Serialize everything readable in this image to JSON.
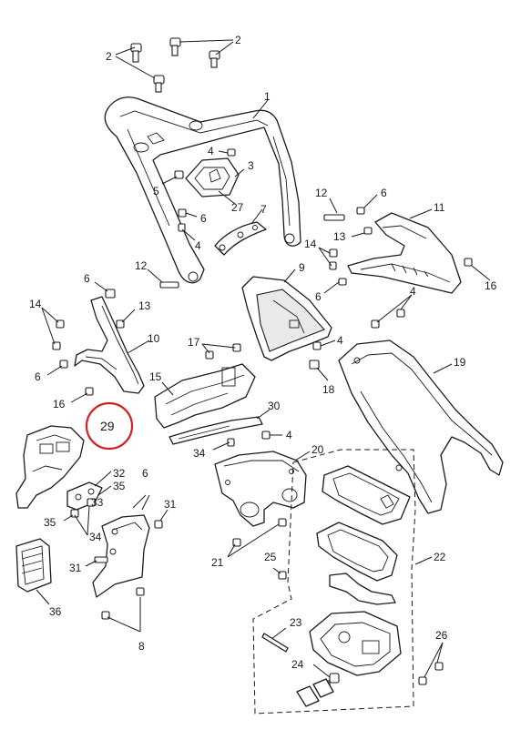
{
  "callouts": {
    "c1": "1",
    "c2": "2",
    "c3": "3",
    "c4": "4",
    "c5": "5",
    "c6": "6",
    "c7": "7",
    "c8": "8",
    "c9": "9",
    "c10": "10",
    "c11": "11",
    "c12": "12",
    "c13": "13",
    "c14": "14",
    "c15": "15",
    "c16": "16",
    "c17": "17",
    "c18": "18",
    "c19": "19",
    "c20": "20",
    "c21": "21",
    "c22": "22",
    "c23": "23",
    "c24": "24",
    "c25": "25",
    "c26": "26",
    "c27": "27",
    "c29": "29",
    "c30": "30",
    "c31": "31",
    "c32": "32",
    "c33": "33",
    "c34": "34",
    "c35": "35",
    "c36": "36"
  },
  "highlight": {
    "label": "29",
    "ring_color": "#d42020"
  },
  "colors": {
    "line": "#1a1a1a",
    "background": "#ffffff"
  }
}
